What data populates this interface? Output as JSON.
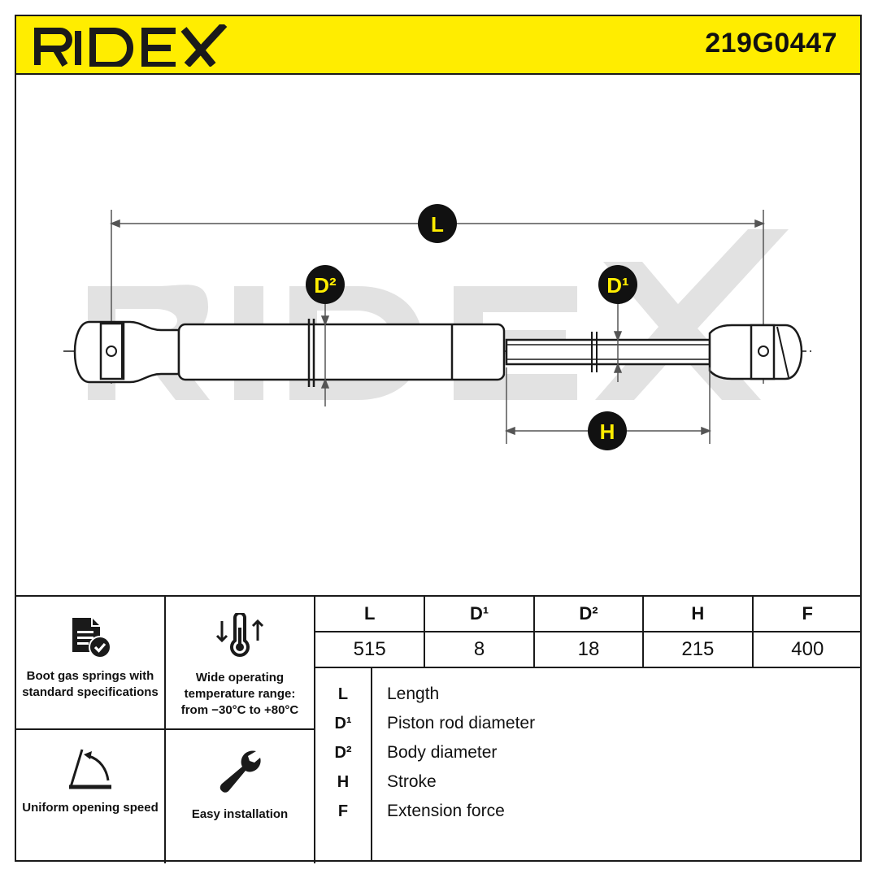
{
  "brand": "RIDEX",
  "part_number": "219G0447",
  "colors": {
    "accent": "#ffed00",
    "ink": "#1a1a1a",
    "watermark": "#dcdcdc"
  },
  "diagram_labels": {
    "L": "L",
    "D2": "D²",
    "D1": "D¹",
    "H": "H"
  },
  "features": [
    {
      "icon": "document-check-icon",
      "text": "Boot gas springs with standard specifications"
    },
    {
      "icon": "thermometer-arrows-icon",
      "text": "Wide operating temperature range: from −30°C to +80°C"
    },
    {
      "icon": "opening-angle-icon",
      "text": "Uniform opening speed"
    },
    {
      "icon": "wrench-icon",
      "text": "Easy installation"
    }
  ],
  "spec_table": {
    "headers": [
      "L",
      "D¹",
      "D²",
      "H",
      "F"
    ],
    "values": [
      "515",
      "8",
      "18",
      "215",
      "400"
    ]
  },
  "legend": [
    {
      "key": "L",
      "label": "Length"
    },
    {
      "key": "D¹",
      "label": "Piston rod diameter"
    },
    {
      "key": "D²",
      "label": "Body diameter"
    },
    {
      "key": "H",
      "label": "Stroke"
    },
    {
      "key": "F",
      "label": "Extension force"
    }
  ]
}
